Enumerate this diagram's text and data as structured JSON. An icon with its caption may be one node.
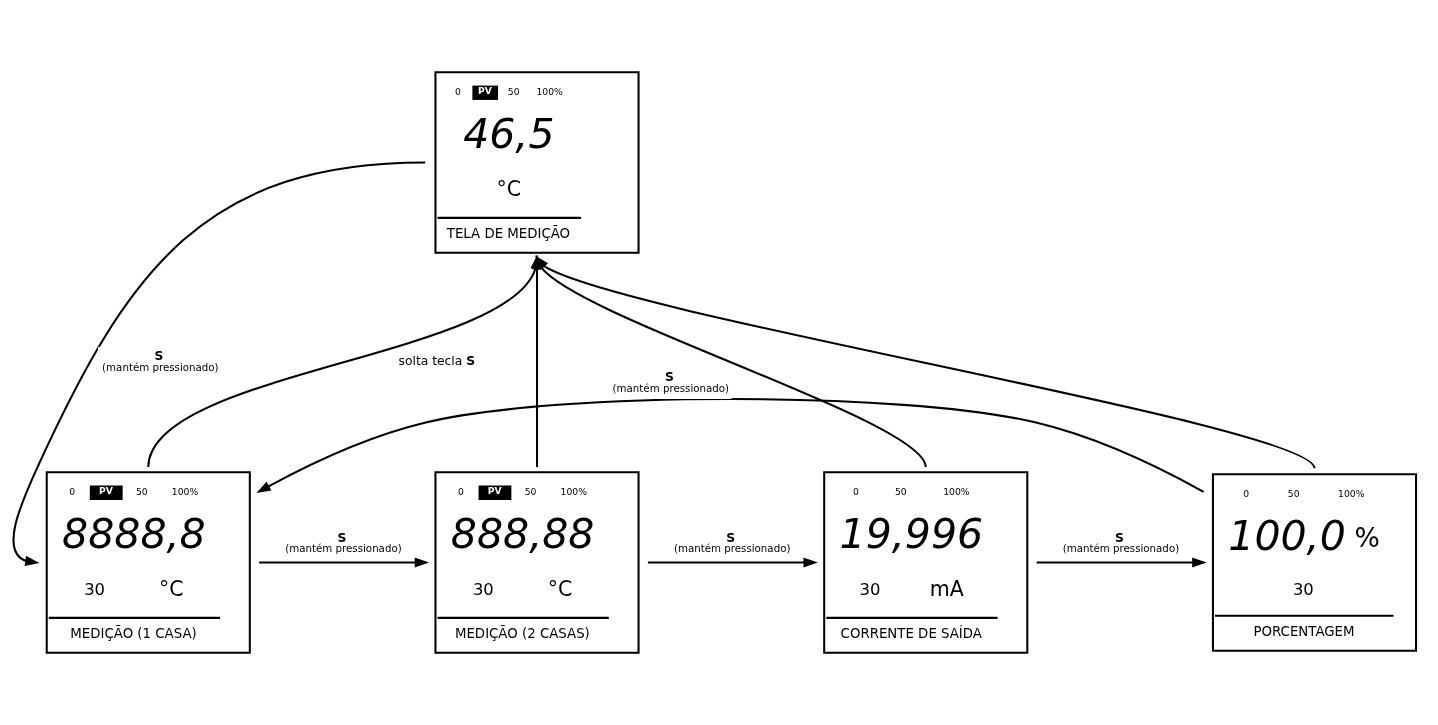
{
  "diagram": {
    "nodes": [
      {
        "text": [
          "0",
          "PV",
          "50",
          "100%",
          "46,5",
          "°C",
          "TELA DE MEDIÇÃO"
        ]
      },
      {
        "text": [
          "0",
          "PV",
          "50",
          "100%",
          "8888,8",
          "30",
          "°C",
          "MEDIÇÃO (1 CASA)"
        ]
      },
      {
        "text": [
          "0",
          "PV",
          "50",
          "100%",
          "888,88",
          "30",
          "°C",
          "MEDIÇÃO (2 CASAS)"
        ]
      },
      {
        "text": [
          "0",
          "50",
          "100%",
          "19,996",
          "30",
          "mA",
          "CORRENTE DE SAÍDA"
        ]
      },
      {
        "text": [
          "0",
          "50",
          "100%",
          "100,0",
          "%",
          "30",
          "PORCENTAGEM"
        ]
      }
    ],
    "edges": [
      {
        "from": 0,
        "to": 1,
        "arrow": "to",
        "label": "**S** (mantém pressionado)"
      },
      {
        "from": 1,
        "to": 0,
        "arrow": "to",
        "label": "solta tecla **S**"
      },
      {
        "from": 2,
        "to": 0,
        "arrow": "to"
      },
      {
        "from": 3,
        "to": 0,
        "arrow": "to"
      },
      {
        "from": 4,
        "to": 0,
        "arrow": "to"
      },
      {
        "from": 1,
        "to": 2,
        "arrow": "to",
        "label": "**S** (mantém pressionado)"
      },
      {
        "from": 2,
        "to": 3,
        "arrow": "to",
        "label": "**S** (mantém pressionado)"
      },
      {
        "from": 3,
        "to": 4,
        "arrow": "to",
        "label": "**S** (mantém pressionado)"
      },
      {
        "from": 4,
        "to": 1,
        "arrow": "to",
        "label": "**S** (mantém pressionado)"
      }
    ]
  }
}
